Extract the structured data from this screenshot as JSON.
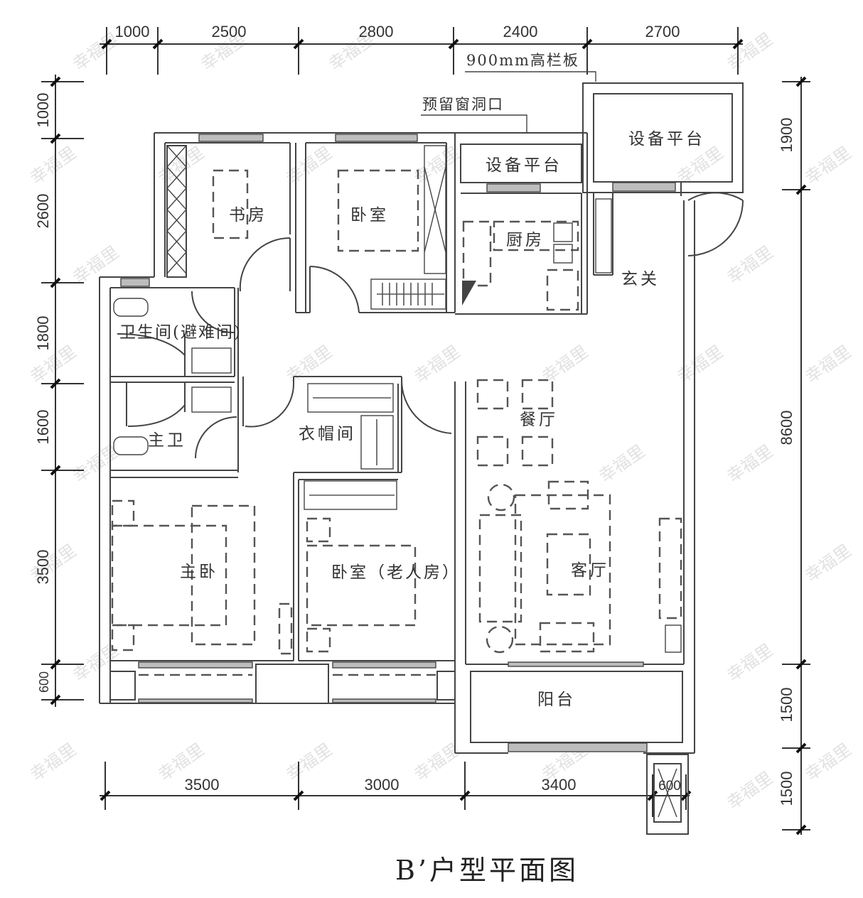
{
  "title": "B’户型平面图",
  "watermark": "幸福里",
  "notes": {
    "railing": "900mm高栏板",
    "window_opening": "预留窗洞口"
  },
  "rooms": {
    "study": "书房",
    "bedroom_north": "卧室",
    "equipment_platform_small": "设备平台",
    "equipment_platform_large": "设备平台",
    "kitchen": "厨房",
    "entrance": "玄关",
    "bathroom_refuge": "卫生间(避难间)",
    "master_bath": "主卫",
    "walk_in_closet": "衣帽间",
    "dining": "餐厅",
    "master_bedroom": "主卧",
    "elderly_bedroom": "卧室（老人房）",
    "living_room": "客厅",
    "balcony": "阳台"
  },
  "dimensions": {
    "top": [
      "1000",
      "2500",
      "2800",
      "2400",
      "2700"
    ],
    "bottom": [
      "3500",
      "3000",
      "3400",
      "600"
    ],
    "left": [
      "1000",
      "2600",
      "1800",
      "1600",
      "3500",
      "600"
    ],
    "right": [
      "1900",
      "8600",
      "1500",
      "1500"
    ]
  }
}
